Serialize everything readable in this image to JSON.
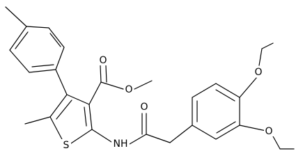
{
  "molecule": {
    "atoms": [
      {
        "id": "o_ester_carbonyl",
        "label": "O"
      },
      {
        "id": "o_ester_single",
        "label": "O"
      },
      {
        "id": "o_amide",
        "label": "O"
      },
      {
        "id": "s_thiophene",
        "label": "S"
      },
      {
        "id": "n_amide",
        "label": "NH"
      },
      {
        "id": "o_ethoxy_top",
        "label": "O"
      },
      {
        "id": "o_ethoxy_bottom",
        "label": "O"
      }
    ]
  }
}
